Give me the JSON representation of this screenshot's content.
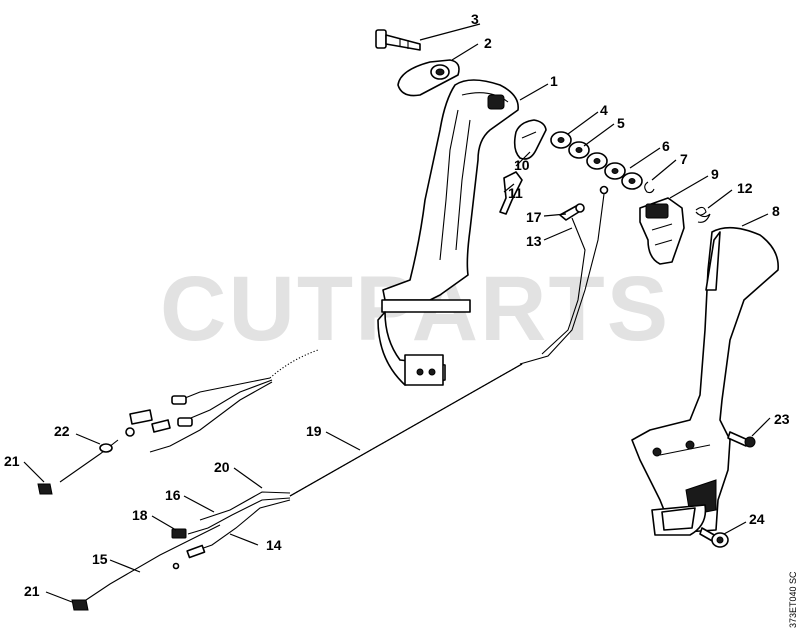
{
  "watermark": "CUTPARTS",
  "diagram_code": "373ET040 SC",
  "callouts": {
    "c1": "1",
    "c2": "2",
    "c3": "3",
    "c4": "4",
    "c5": "5",
    "c6": "6",
    "c7": "7",
    "c8": "8",
    "c9": "9",
    "c10": "10",
    "c11": "11",
    "c12": "12",
    "c13": "13",
    "c14": "14",
    "c15": "15",
    "c16": "16",
    "c17": "17",
    "c18": "18",
    "c19": "19",
    "c20": "20",
    "c21a": "21",
    "c21b": "21",
    "c22": "22",
    "c23": "23",
    "c24": "24"
  }
}
